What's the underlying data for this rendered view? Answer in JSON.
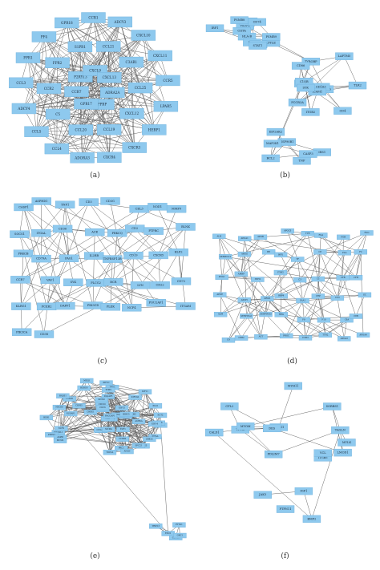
{
  "colors": {
    "node_fill": "#8ec9ee",
    "node_stroke": "#6fb1dc",
    "edge": "#5a5a5a",
    "label": "#1a2a3a"
  },
  "panels": [
    {
      "id": "a",
      "caption": "(a)",
      "nodes": [
        "CXCR3",
        "CXCR4",
        "ADORA3",
        "CCL4",
        "CCL5",
        "ADCY4",
        "CCL3",
        "FPR1",
        "PF4",
        "GPR18",
        "CCR1",
        "ADCY3",
        "CXCL10",
        "CXCL11",
        "CCR5",
        "LPAR5",
        "HEBP1",
        "CXCL12",
        "CCL19",
        "CCL20",
        "C5",
        "CCR2",
        "FPR2",
        "S1PR1",
        "CCL21",
        "C3AR1",
        "CCL25",
        "ADRA2A",
        "PPBP",
        "GPR17",
        "CCR7",
        "P2RY13",
        "CXCL9",
        "CXCL13"
      ]
    },
    {
      "id": "b",
      "caption": "(b)",
      "nodes": [
        "LTTLE",
        "HLA-A",
        "HLA-B",
        "HLA-C",
        "IRF1",
        "IRF4",
        "IRF8",
        "STAT1",
        "CD74",
        "PSMB8",
        "PSMB9",
        "CIITA",
        "TYROBP",
        "PTPN6",
        "FCGR3A",
        "FCER1G",
        "LAPTM5",
        "TLR2",
        "CD4",
        "ITGB2",
        "CD86",
        "CD163",
        "ICAM1",
        "C1QB",
        "SYK",
        "BCL2",
        "IRS1",
        "HSP90B1",
        "MAP2K1",
        "EIF2AK2",
        "CASP3",
        "TNF"
      ]
    },
    {
      "id": "c",
      "caption": "(c)",
      "nodes": [
        "CASP1",
        "ASPHD1",
        "TNF1",
        "CD3",
        "CD3G",
        "CEL3",
        "NOD1",
        "MMP9",
        "SOCS1",
        "ITGAL",
        "CD36",
        "ACE",
        "PRKCQ",
        "CD2",
        "PTPRC",
        "BLNK",
        "PRKCB",
        "CD79A",
        "PAG1",
        "IL2RB",
        "TNFRSF13B",
        "CD19",
        "CXCR5",
        "KLF2",
        "CCR7",
        "VAV1",
        "SYK",
        "PLCG2",
        "BCR",
        "LYN",
        "CD22",
        "CD72",
        "KLRG1",
        "FCER2",
        "DAPP1",
        "PIK3CD",
        "PLEK",
        "NCF4",
        "POU2AF1",
        "ITGAM",
        "PIK3CA",
        "CD38"
      ]
    },
    {
      "id": "d",
      "caption": "(d)",
      "nodes": [
        "ALB",
        "APOA1",
        "APOB",
        "APOC3",
        "TTR",
        "FGA",
        "FGB",
        "FGG",
        "SERPINC1",
        "AHSG",
        "HP",
        "HPX",
        "TF",
        "CP",
        "PLG",
        "F2",
        "KNG1",
        "AMBP",
        "ITIH1",
        "ITIH2",
        "C3",
        "C5",
        "CFB",
        "CFH",
        "APOE",
        "APOH",
        "ORM1",
        "RBP4",
        "SAA1",
        "CRP",
        "VTN",
        "GC",
        "A2M",
        "SERPINA1",
        "SERPINA3",
        "HRG",
        "F9",
        "F10",
        "C8A",
        "C8B",
        "C9",
        "CPB2",
        "AGT",
        "PROC",
        "ITIH3",
        "TTR2",
        "APOA2",
        "APOA4"
      ]
    },
    {
      "id": "e",
      "caption": "(e)",
      "nodes": [
        "NDC80",
        "CCNB1",
        "CDK1",
        "BUB1",
        "BUB1B",
        "TTK",
        "KIF11",
        "KIF20A",
        "AURKA",
        "AURKB",
        "PLK1",
        "CDC20",
        "CCNA2",
        "TOP2A",
        "MAD2L1",
        "CENPF",
        "CENPE",
        "NUF2",
        "ZWINT",
        "TPX2",
        "PBK",
        "RRM2",
        "MELK",
        "DLGAP5",
        "BIRC5",
        "CCNB2",
        "KIF2C",
        "HMMR",
        "NUSAP1",
        "ASPM",
        "CEP55",
        "KIF4A",
        "KIF14",
        "KIF15",
        "PRC1",
        "ECT2",
        "RACGAP1",
        "ANLN",
        "FOXM1",
        "E2F1",
        "MCM2",
        "MCM4",
        "CDC6",
        "CDKN3",
        "SPC25",
        "UBE2C",
        "TYMS",
        "GINS2",
        "CHEK1",
        "RAD51",
        "EXO1",
        "TRIP13",
        "PTTG1",
        "CDC45",
        "ORC1"
      ]
    },
    {
      "id": "f",
      "caption": "(f)",
      "nodes": [
        "TAGLN",
        "CALD1",
        "PDLIM7",
        "MYLK",
        "ACTN1",
        "CFL2",
        "LMOD1",
        "MYH11",
        "DES",
        "TPM2",
        "SORBS1",
        "ITGB5",
        "MYOM",
        "VCL",
        "BMP2",
        "PTPN11",
        "IGF1",
        "JAK3"
      ]
    }
  ]
}
